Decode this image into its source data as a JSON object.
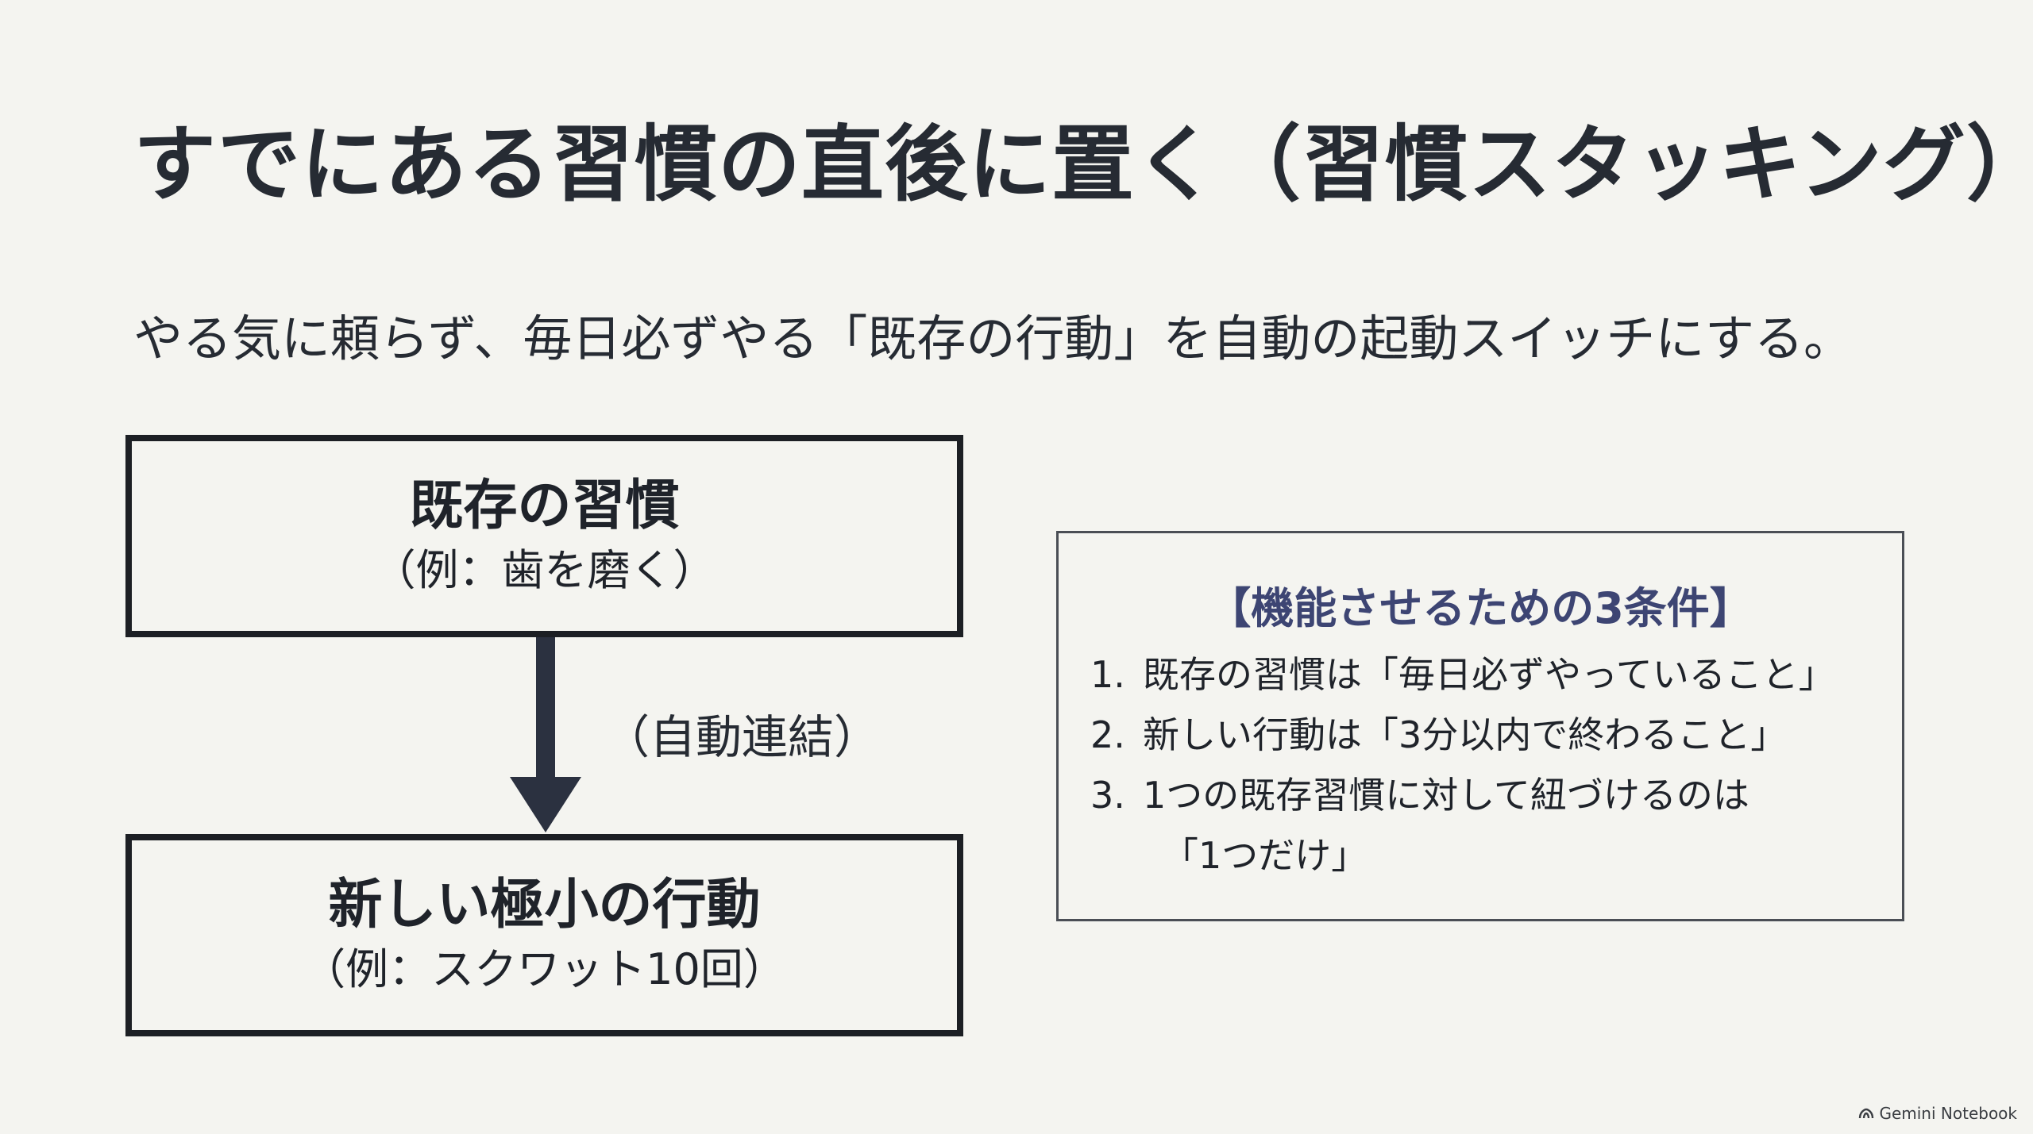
{
  "title": "すでにある習慣の直後に置く（習慣スタッキング）",
  "subtitle": "やる気に頼らず、毎日必ずやる「既存の行動」を自動の起動スイッチにする。",
  "flow": {
    "top_box": {
      "main": "既存の習慣",
      "sub": "（例：歯を磨く）"
    },
    "connector_label": "（自動連結）",
    "bottom_box": {
      "main": "新しい極小の行動",
      "sub": "（例：スクワット10回）"
    }
  },
  "conditions": {
    "title": "【機能させるための3条件】",
    "items": [
      {
        "num": "1.",
        "text": "既存の習慣は「毎日必ずやっていること」"
      },
      {
        "num": "2.",
        "text": "新しい行動は「3分以内で終わること」"
      },
      {
        "num": "3.",
        "text": "1つの既存習慣に対して紐づけるのは",
        "text2": "「1つだけ」"
      }
    ]
  },
  "watermark": "Gemini Notebook",
  "colors": {
    "background": "#f4f4f0",
    "text": "#262b33",
    "accent": "#3d4573",
    "arrow": "#2b3140"
  }
}
